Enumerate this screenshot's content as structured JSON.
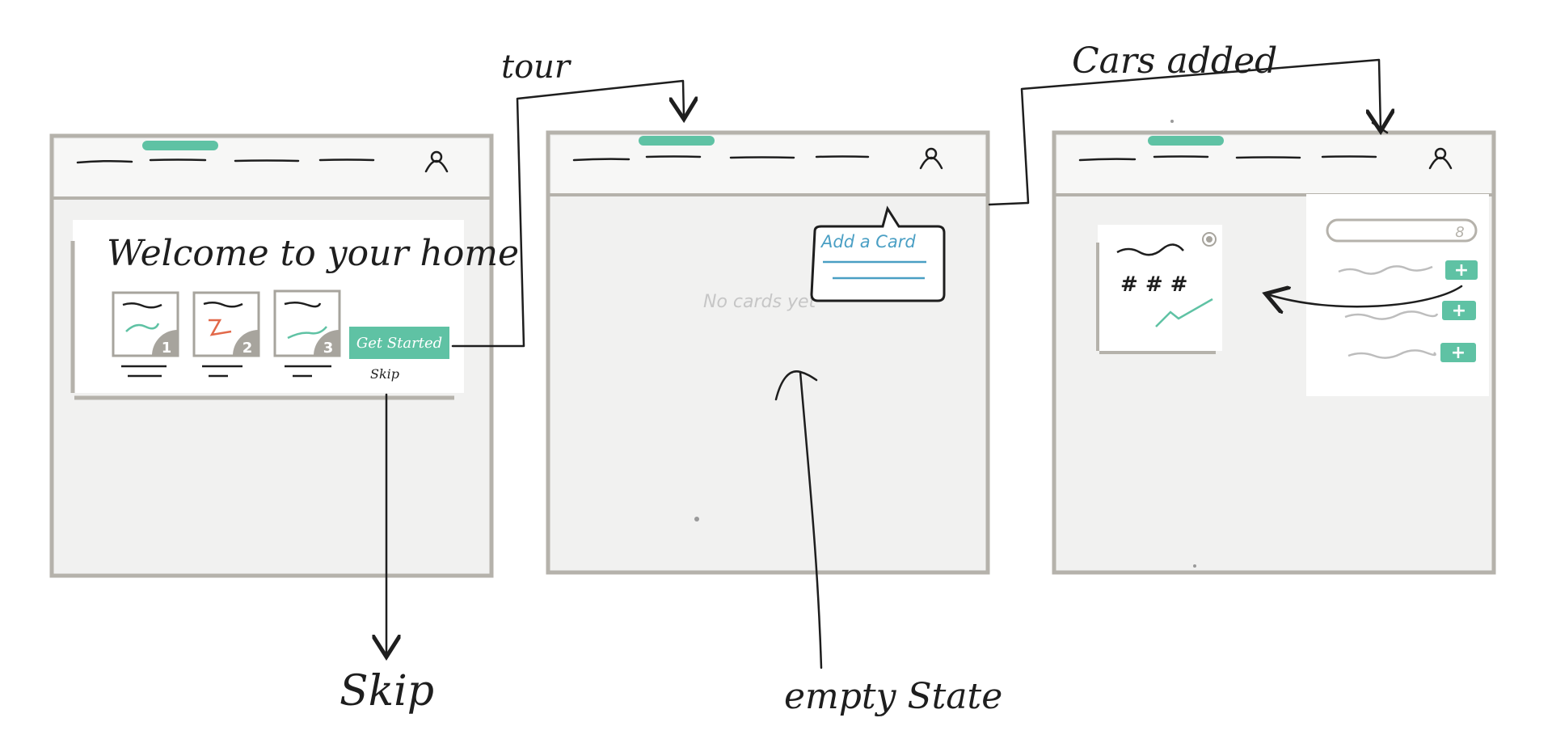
{
  "labels": {
    "tour": "tour",
    "cards_added": "Cars added",
    "skip": "Skip",
    "empty_state": "empty State"
  },
  "screen1": {
    "welcome_title": "Welcome to your home",
    "step_numbers": [
      "1",
      "2",
      "3"
    ],
    "get_started_label": "Get Started",
    "skip_label": "Skip"
  },
  "screen2": {
    "tooltip_title": "Add a Card",
    "empty_message": "No cards yet"
  },
  "screen3": {
    "card_values": "# # #",
    "search_icon_glyph": "8",
    "add_glyph": "+"
  },
  "colors": {
    "frame": "#b5b2ab",
    "screen_bg": "#f1f1f0",
    "accent": "#5fc2a4",
    "ink": "#1e1e1e",
    "link_blue": "#4a9fc4",
    "chart_red": "#e2694a",
    "muted": "#bdbdbd"
  },
  "icons": [
    "user-icon",
    "search-icon",
    "add-icon",
    "pin-icon",
    "arrow-icon"
  ]
}
